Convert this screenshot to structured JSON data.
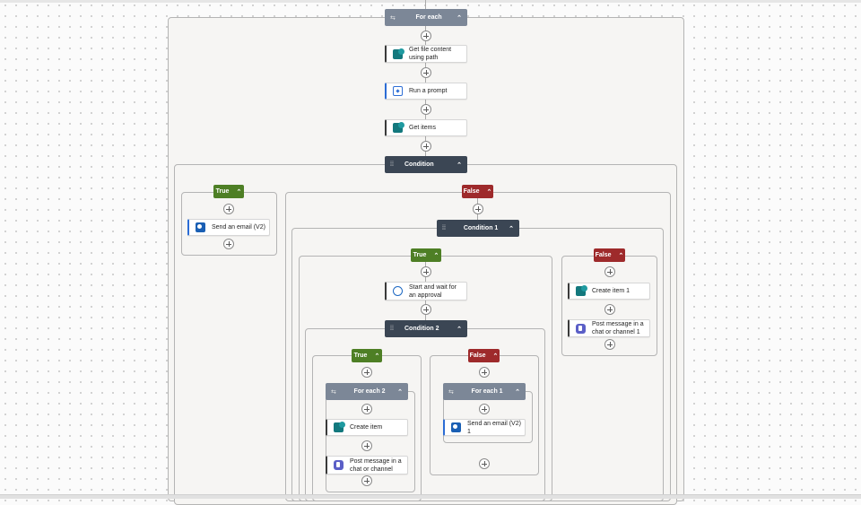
{
  "flow": {
    "foreach": {
      "title": "For each",
      "icon": "loop-icon"
    },
    "actions": {
      "get_file": "Get file content using path",
      "run_prompt": "Run a prompt",
      "get_items": "Get items"
    },
    "condition": {
      "title": "Condition",
      "icon": "condition-icon"
    },
    "branch_true": "True",
    "branch_false": "False",
    "send_email": "Send an email (V2)",
    "condition1": {
      "title": "Condition 1"
    },
    "approval": "Start and wait for an approval",
    "create_item1": "Create item 1",
    "post_message1": "Post message in a chat or channel 1",
    "condition2": {
      "title": "Condition 2"
    },
    "foreach2": {
      "title": "For each 2"
    },
    "foreach1": {
      "title": "For each 1"
    },
    "create_item": "Create item",
    "post_message": "Post message in a chat or channel",
    "send_email1": "Send an email (V2) 1"
  },
  "colors": {
    "true_branch": "#4e7f25",
    "false_branch": "#9e2a2b",
    "control_header": "#3b4654",
    "foreach_header": "#7c8797",
    "canvas": "#fbfbfb"
  }
}
